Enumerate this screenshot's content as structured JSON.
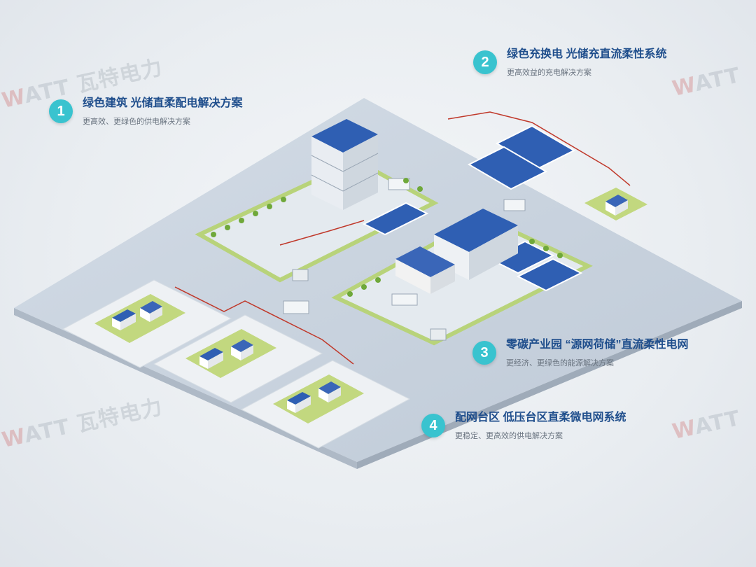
{
  "watermark": {
    "latin": "ATT",
    "cn": "瓦特电力"
  },
  "callouts": [
    {
      "number": "1",
      "title": "绿色建筑 光储直柔配电解决方案",
      "subtitle": "更高效、更绿色的供电解决方案"
    },
    {
      "number": "2",
      "title": "绿色充换电 光储充直流柔性系统",
      "subtitle": "更高效益的充电解决方案"
    },
    {
      "number": "3",
      "title": "零碳产业园 “源网荷储”直流柔性电网",
      "subtitle": "更经济、更绿色的能源解决方案"
    },
    {
      "number": "4",
      "title": "配网台区 低压台区直柔微电网系统",
      "subtitle": "更稳定、更高效的供电解决方案"
    }
  ],
  "colors": {
    "badge": "#39c3cf",
    "title": "#1f4e8c",
    "platform": "#c9d4e0",
    "roof": "#2f5fb3",
    "grass": "#b8d37a",
    "cable": "#c0392b"
  }
}
